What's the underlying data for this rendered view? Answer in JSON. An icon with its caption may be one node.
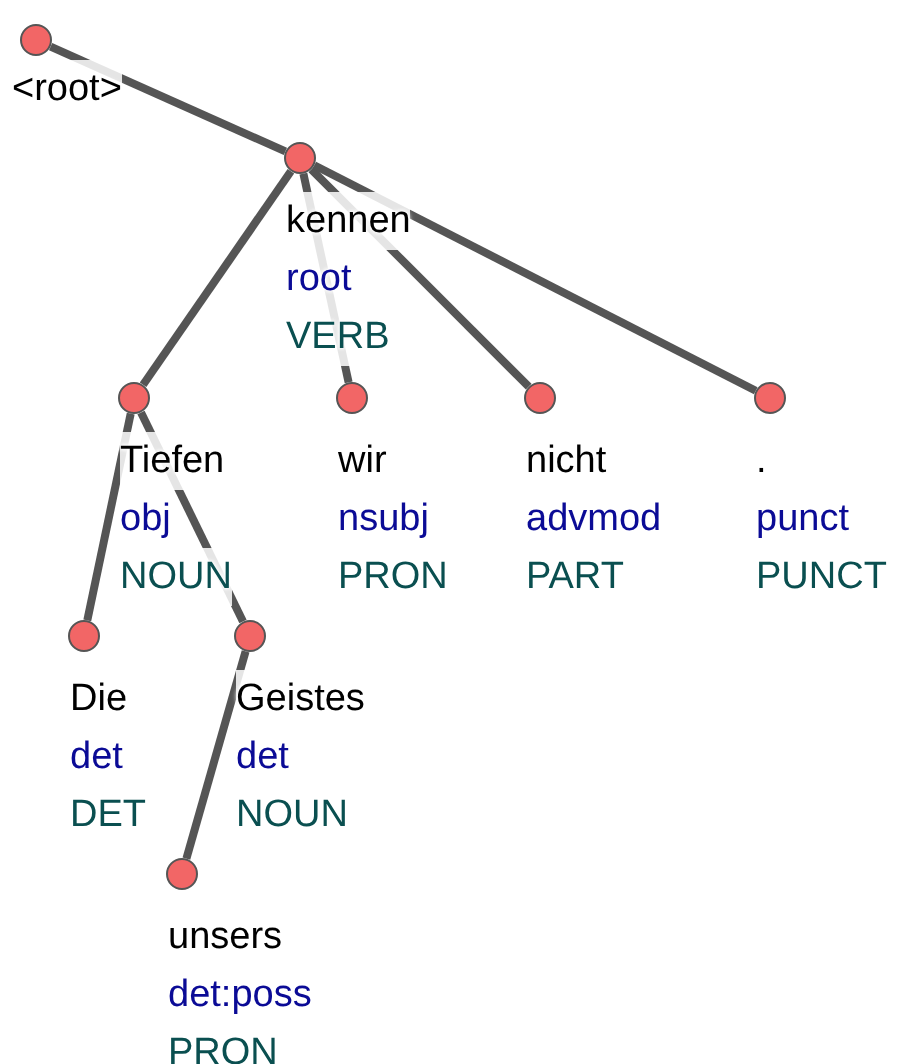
{
  "diagram": {
    "nodes": [
      {
        "text": [
          "<root>"
        ]
      },
      {
        "text": [
          "kennen",
          "root",
          "VERB"
        ]
      },
      {
        "text": [
          "Tiefen",
          "obj",
          "NOUN"
        ]
      },
      {
        "text": [
          "wir",
          "nsubj",
          "PRON"
        ]
      },
      {
        "text": [
          "nicht",
          "advmod",
          "PART"
        ]
      },
      {
        "text": [
          ".",
          "punct",
          "PUNCT"
        ]
      },
      {
        "text": [
          "Die",
          "det",
          "DET"
        ]
      },
      {
        "text": [
          "Geistes",
          "det",
          "NOUN"
        ]
      },
      {
        "text": [
          "unsers",
          "det:poss",
          "PRON"
        ]
      }
    ],
    "edges": [
      {
        "from": 0,
        "to": 1,
        "arrow": "none"
      },
      {
        "from": 1,
        "to": 2,
        "arrow": "none"
      },
      {
        "from": 1,
        "to": 3,
        "arrow": "none"
      },
      {
        "from": 1,
        "to": 4,
        "arrow": "none"
      },
      {
        "from": 1,
        "to": 5,
        "arrow": "none"
      },
      {
        "from": 2,
        "to": 6,
        "arrow": "none"
      },
      {
        "from": 2,
        "to": 7,
        "arrow": "none"
      },
      {
        "from": 7,
        "to": 8,
        "arrow": "none"
      }
    ]
  }
}
